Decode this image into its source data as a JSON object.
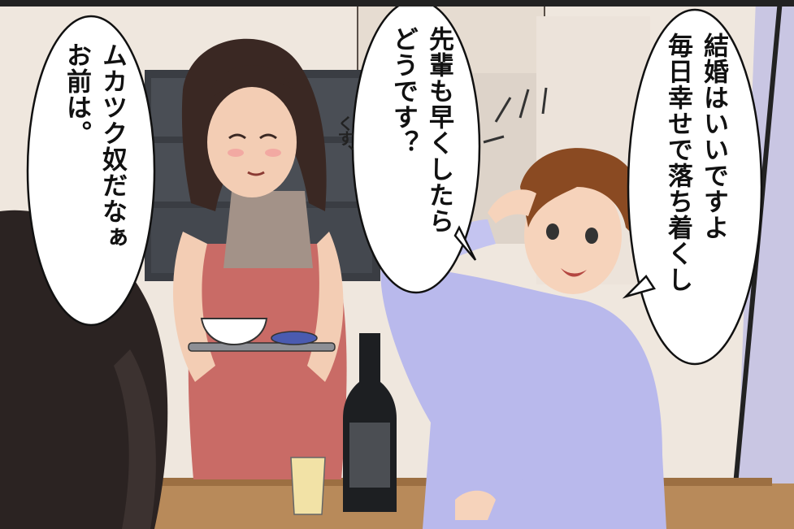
{
  "speech_bubbles": [
    {
      "id": "left",
      "lines": [
        "ムカツク奴だなぁ",
        "お前は。"
      ]
    },
    {
      "id": "center",
      "lines": [
        "先輩も早くしたら",
        "どうです？"
      ]
    },
    {
      "id": "right",
      "lines": [
        "結婚はいいですよ",
        "毎日幸せで落ち着くし"
      ]
    }
  ],
  "sound_effect": "くす、"
}
